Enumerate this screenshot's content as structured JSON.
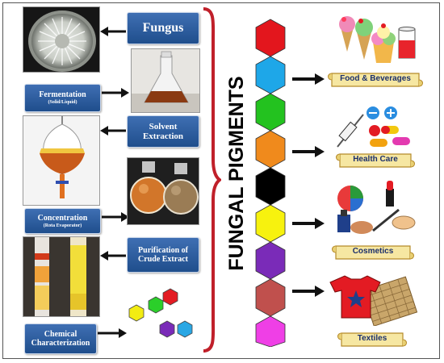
{
  "title": "FUNGAL PIGMENTS",
  "process_steps": {
    "fungus": "Fungus",
    "fermentation": "Fermentation",
    "fermentation_sub": "(Solid/Liquid)",
    "solvent_extraction_1": "Solvent",
    "solvent_extraction_2": "Extraction",
    "concentration": "Concentration",
    "concentration_sub": "(Rota Evaporator)",
    "purification_1": "Purification of",
    "purification_2": "Crude Extract",
    "characterization_1": "Chemical",
    "characterization_2": "Characterization"
  },
  "applications": {
    "food": "Food & Beverages",
    "health": "Health Care",
    "cosmetics": "Cosmetics",
    "textiles": "Textiles"
  },
  "colors": {
    "box_blue": "#1f4e8c",
    "bracket_red": "#c0202a",
    "hex_chain": [
      "#e3161d",
      "#1ea7e8",
      "#23c21f",
      "#f08a1c",
      "#000000",
      "#f7f20e",
      "#7a2bb8",
      "#c0504d",
      "#ef3fe6"
    ],
    "small_hex": [
      "#e31b23",
      "#2bcf2a",
      "#f2ec12",
      "#7a2bb8",
      "#2aa7e4"
    ]
  }
}
